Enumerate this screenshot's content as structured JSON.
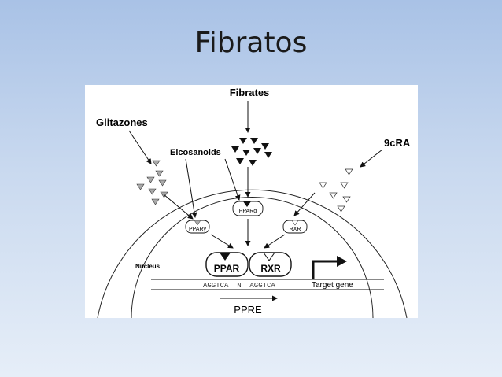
{
  "slide": {
    "title": "Fibratos"
  },
  "diagram": {
    "labels": {
      "fibrates": "Fibrates",
      "glitazones": "Glitazones",
      "eicosanoids": "Eicosanoids",
      "cra": "9cRA",
      "nucleus": "Nucleus",
      "ppar_gamma": "PPARγ",
      "ppar_alpha": "PPARα",
      "rxr_small": "RXR",
      "ppar": "PPAR",
      "rxr": "RXR",
      "sequence": "AGGTCA  N  AGGTCA",
      "target_gene": "Target gene",
      "ppre": "PPRE"
    },
    "colors": {
      "ink": "#111111",
      "ligand_gray": "#aaaaaa"
    }
  }
}
